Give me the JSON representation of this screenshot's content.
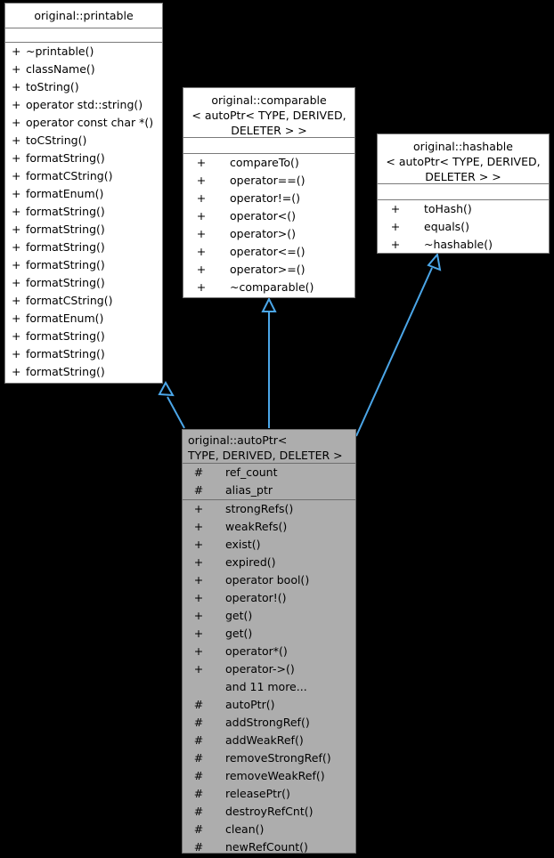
{
  "diagram": {
    "type": "uml-class-inheritance",
    "background_color": "#000000",
    "edge_color": "#4ba6e8",
    "box_fill_white": "#ffffff",
    "box_fill_gray": "#adadad",
    "border_color": "#7a7a7a"
  },
  "classes": {
    "printable": {
      "title": "original::printable",
      "attributes": [],
      "operations": [
        {
          "visibility": "+",
          "name": "~printable()"
        },
        {
          "visibility": "+",
          "name": "className()"
        },
        {
          "visibility": "+",
          "name": "toString()"
        },
        {
          "visibility": "+",
          "name": "operator std::string()"
        },
        {
          "visibility": "+",
          "name": "operator const char *()"
        },
        {
          "visibility": "+",
          "name": "toCString()"
        },
        {
          "visibility": "+",
          "name": "formatString()"
        },
        {
          "visibility": "+",
          "name": "formatCString()"
        },
        {
          "visibility": "+",
          "name": "formatEnum()"
        },
        {
          "visibility": "+",
          "name": "formatString()"
        },
        {
          "visibility": "+",
          "name": "formatString()"
        },
        {
          "visibility": "+",
          "name": "formatString()"
        },
        {
          "visibility": "+",
          "name": "formatString()"
        },
        {
          "visibility": "+",
          "name": "formatString()"
        },
        {
          "visibility": "+",
          "name": "formatCString()"
        },
        {
          "visibility": "+",
          "name": "formatEnum()"
        },
        {
          "visibility": "+",
          "name": "formatString()"
        },
        {
          "visibility": "+",
          "name": "formatString()"
        },
        {
          "visibility": "+",
          "name": "formatString()"
        }
      ]
    },
    "comparable": {
      "title": "original::comparable\n< autoPtr< TYPE, DERIVED,\nDELETER > >",
      "attributes": [],
      "operations": [
        {
          "visibility": "+",
          "name": "compareTo()"
        },
        {
          "visibility": "+",
          "name": "operator==()"
        },
        {
          "visibility": "+",
          "name": "operator!=()"
        },
        {
          "visibility": "+",
          "name": "operator<()"
        },
        {
          "visibility": "+",
          "name": "operator>()"
        },
        {
          "visibility": "+",
          "name": "operator<=()"
        },
        {
          "visibility": "+",
          "name": "operator>=()"
        },
        {
          "visibility": "+",
          "name": "~comparable()"
        }
      ]
    },
    "hashable": {
      "title": "original::hashable\n< autoPtr< TYPE, DERIVED,\nDELETER > >",
      "attributes": [],
      "operations": [
        {
          "visibility": "+",
          "name": "toHash()"
        },
        {
          "visibility": "+",
          "name": "equals()"
        },
        {
          "visibility": "+",
          "name": "~hashable()"
        }
      ]
    },
    "autoPtr": {
      "title": "original::autoPtr<\nTYPE, DERIVED, DELETER >",
      "attributes": [
        {
          "visibility": "#",
          "name": "ref_count"
        },
        {
          "visibility": "#",
          "name": "alias_ptr"
        }
      ],
      "operations": [
        {
          "visibility": "+",
          "name": "strongRefs()"
        },
        {
          "visibility": "+",
          "name": "weakRefs()"
        },
        {
          "visibility": "+",
          "name": "exist()"
        },
        {
          "visibility": "+",
          "name": "expired()"
        },
        {
          "visibility": "+",
          "name": "operator bool()"
        },
        {
          "visibility": "+",
          "name": "operator!()"
        },
        {
          "visibility": "+",
          "name": "get()"
        },
        {
          "visibility": "+",
          "name": "get()"
        },
        {
          "visibility": "+",
          "name": "operator*()"
        },
        {
          "visibility": "+",
          "name": "operator->()"
        },
        {
          "visibility": "",
          "name": "and 11 more..."
        },
        {
          "visibility": "#",
          "name": "autoPtr()"
        },
        {
          "visibility": "#",
          "name": "addStrongRef()"
        },
        {
          "visibility": "#",
          "name": "addWeakRef()"
        },
        {
          "visibility": "#",
          "name": "removeStrongRef()"
        },
        {
          "visibility": "#",
          "name": "removeWeakRef()"
        },
        {
          "visibility": "#",
          "name": "releasePtr()"
        },
        {
          "visibility": "#",
          "name": "destroyRefCnt()"
        },
        {
          "visibility": "#",
          "name": "clean()"
        },
        {
          "visibility": "#",
          "name": "newRefCount()"
        }
      ]
    }
  },
  "edges": [
    {
      "from": "autoPtr",
      "to": "printable",
      "relation": "inheritance"
    },
    {
      "from": "autoPtr",
      "to": "comparable",
      "relation": "inheritance"
    },
    {
      "from": "autoPtr",
      "to": "hashable",
      "relation": "inheritance"
    }
  ]
}
